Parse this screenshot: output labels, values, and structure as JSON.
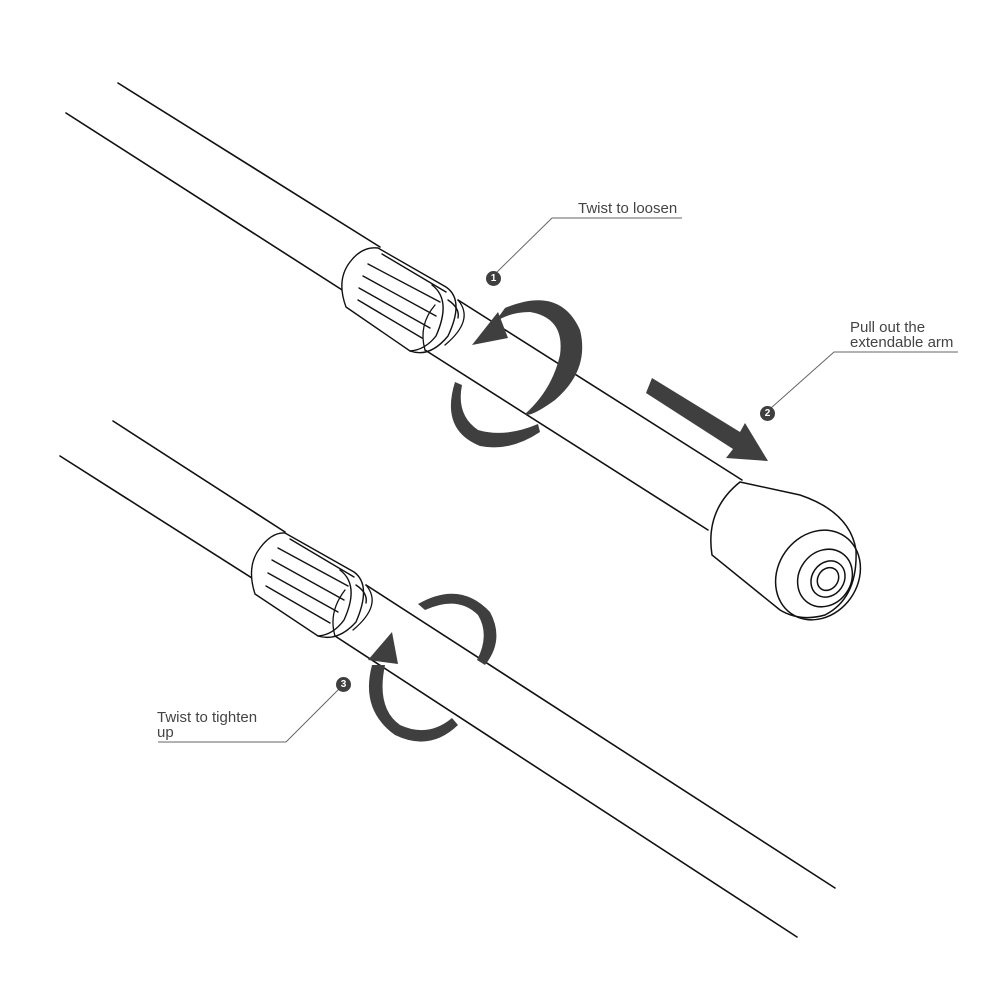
{
  "steps": [
    {
      "number": "1",
      "label_lines": [
        "Twist to loosen"
      ]
    },
    {
      "number": "2",
      "label_lines": [
        "Pull out the",
        "extendable arm"
      ]
    },
    {
      "number": "3",
      "label_lines": [
        "Twist to tighten",
        "up"
      ]
    }
  ],
  "colors": {
    "line": "#111111",
    "arrow": "#3f3f3f",
    "callout": "#666666",
    "text": "#444444",
    "badge": "#3f3f3f"
  }
}
